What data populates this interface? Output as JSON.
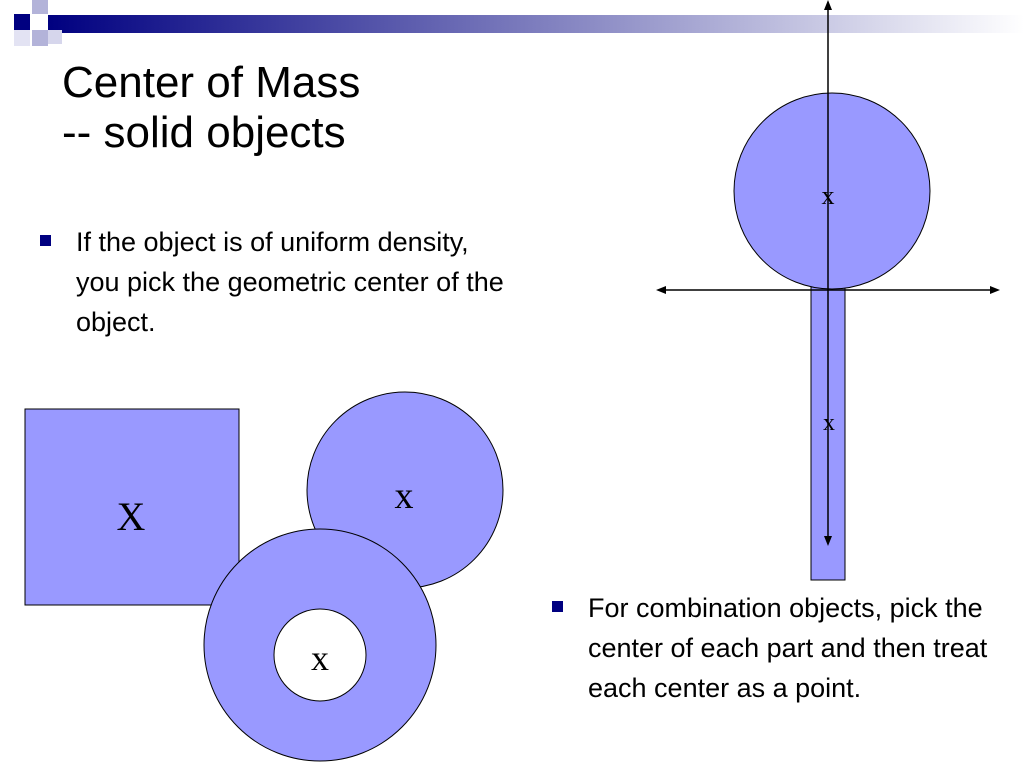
{
  "slide": {
    "title_line1": "Center of Mass",
    "title_line2": "-- solid objects",
    "bullet1": "If the object is of uniform density, you pick the geometric center of the object.",
    "bullet2": "For combination objects, pick the center of each part and then treat each center as a point."
  },
  "diagram": {
    "center_marker": "x",
    "square_marker": "X",
    "fill_color": "#9999ff",
    "stroke_color": "#000000"
  },
  "colors": {
    "bullet_marker": "#000080",
    "accent_blue": "#1a1a8c"
  }
}
